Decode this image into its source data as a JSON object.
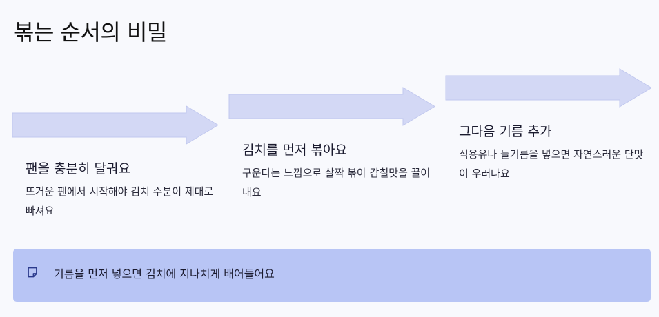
{
  "title": "볶는 순서의 비밀",
  "steps": [
    {
      "title": "팬을 충분히 달궈요",
      "description": "뜨거운 팬에서 시작해야 김치 수분이 제대로 빠져요"
    },
    {
      "title": "김치를 먼저 볶아요",
      "description": "구운다는 느낌으로 살짝 볶아 감칠맛을 끌어내요"
    },
    {
      "title": "그다음 기름 추가",
      "description": "식용유나 들기름을 넣으면 자연스러운 단맛이 우러나요"
    }
  ],
  "callout": {
    "icon": "sticky-note-icon",
    "text": "기름을 먼저 넣으면 김치에 지나치게 배어들어요"
  },
  "colors": {
    "background": "#f8f9fd",
    "arrow_fill": "#d3d8f5",
    "arrow_stroke": "#c1c8ee",
    "callout_bg": "#b8c5f5",
    "icon_stroke": "#2b3a8c"
  }
}
